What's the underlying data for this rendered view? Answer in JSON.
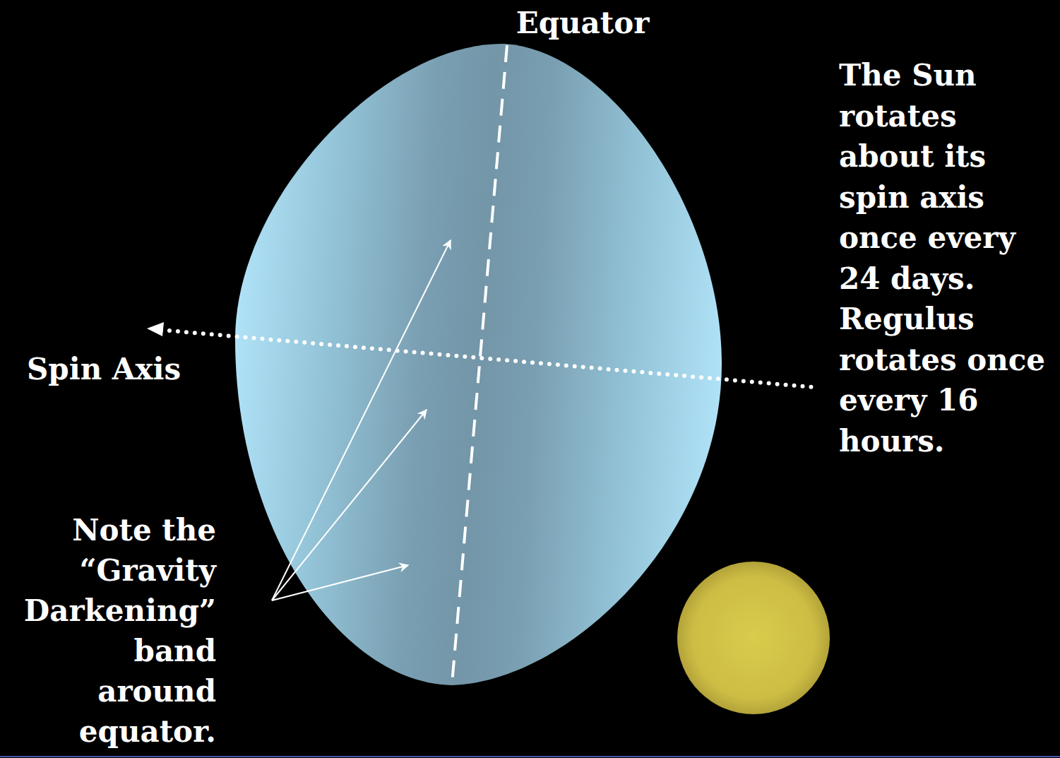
{
  "diagram": {
    "labels": [
      "Equator",
      "The Sun rotates about its spin axis once every 24 days. Regulus rotates once every 16 hours.",
      "Spin Axis",
      "Note the “Gravity Darkening” band around equator."
    ]
  }
}
